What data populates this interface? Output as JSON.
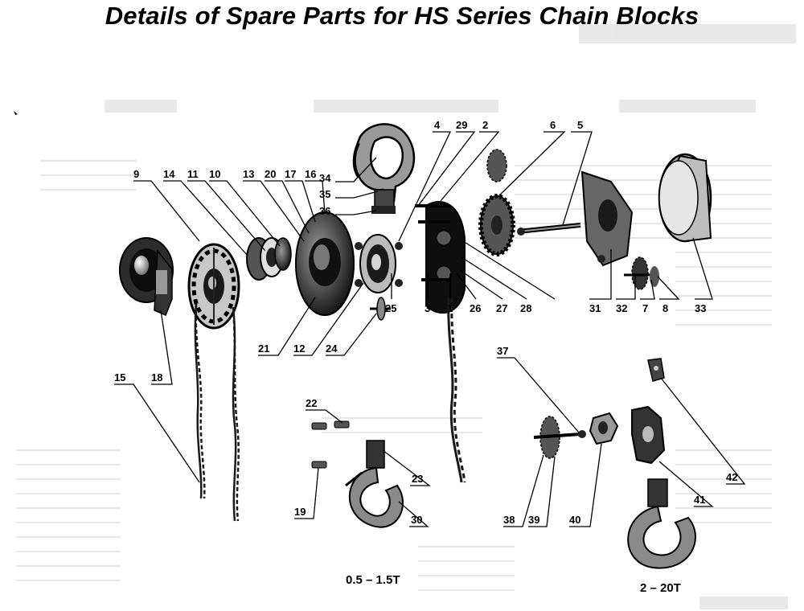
{
  "title": "Details of Spare Parts for HS Series Chain Blocks",
  "captions": {
    "small_model": "0.5 – 1.5T",
    "large_model": "2 – 20T"
  },
  "part_numbers": [
    "1",
    "2",
    "3",
    "4",
    "5",
    "6",
    "7",
    "8",
    "9",
    "10",
    "11",
    "12",
    "13",
    "14",
    "15",
    "16",
    "17",
    "18",
    "19",
    "20",
    "21",
    "22",
    "23",
    "24",
    "25",
    "26",
    "27",
    "28",
    "29",
    "30",
    "31",
    "32",
    "33",
    "34",
    "35",
    "36",
    "37",
    "38",
    "39",
    "40",
    "41",
    "42"
  ],
  "colors": {
    "ink": "#000000",
    "shade": "#2a2a2a",
    "faint_text": "#c8c8c8"
  }
}
